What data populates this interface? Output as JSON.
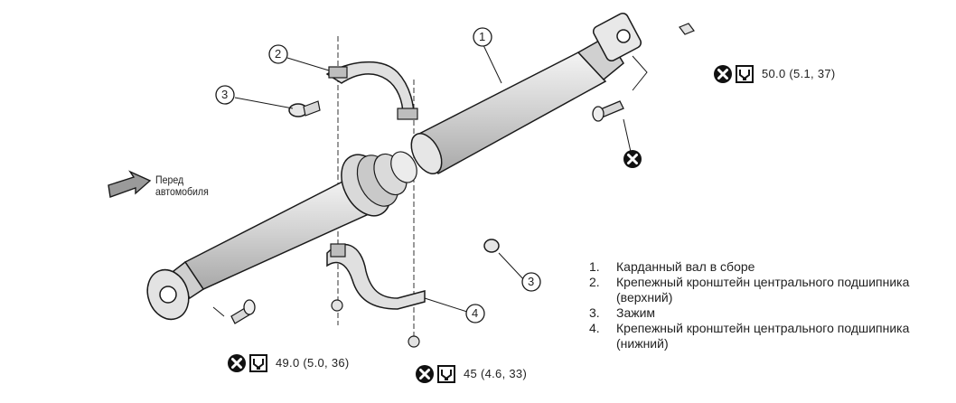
{
  "callouts": [
    "1",
    "2",
    "3",
    "3",
    "4"
  ],
  "front_label": {
    "line1": "Перед",
    "line2": "автомобиля"
  },
  "torques": [
    {
      "value": "50.0 (5.1, 37)"
    },
    {
      "value": "49.0 (5.0, 36)"
    },
    {
      "value": "45 (4.6, 33)"
    }
  ],
  "legend": [
    {
      "num": "1.",
      "text": "Карданный вал в сборе"
    },
    {
      "num": "2.",
      "text": "Крепежный кронштейн центрального подшипника (верхний)"
    },
    {
      "num": "3.",
      "text": "Зажим"
    },
    {
      "num": "4.",
      "text": "Крепежный кронштейн центрального подшипника (нижний)"
    }
  ],
  "icons": [
    "do-not-reuse-icon",
    "torque-wrench-icon"
  ],
  "colors": {
    "line": "#1a1a1a",
    "shade": "#bdbdbd",
    "paper": "#ffffff"
  }
}
